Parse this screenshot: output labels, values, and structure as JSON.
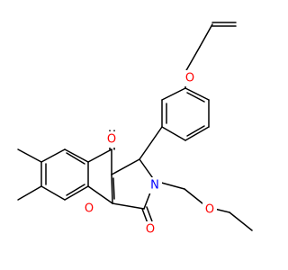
{
  "structure": {
    "atom_labels": {
      "ketone_oxygen": "O",
      "ring_oxygen": "O",
      "lactam_oxygen": "O",
      "lactam_nitrogen": "N",
      "methoxy_oxygen": "O",
      "allyloxy_oxygen": "O"
    },
    "colors": {
      "oxygen": "#ff0000",
      "nitrogen": "#0000ff",
      "bond": "#000000",
      "background": "#ffffff"
    }
  }
}
